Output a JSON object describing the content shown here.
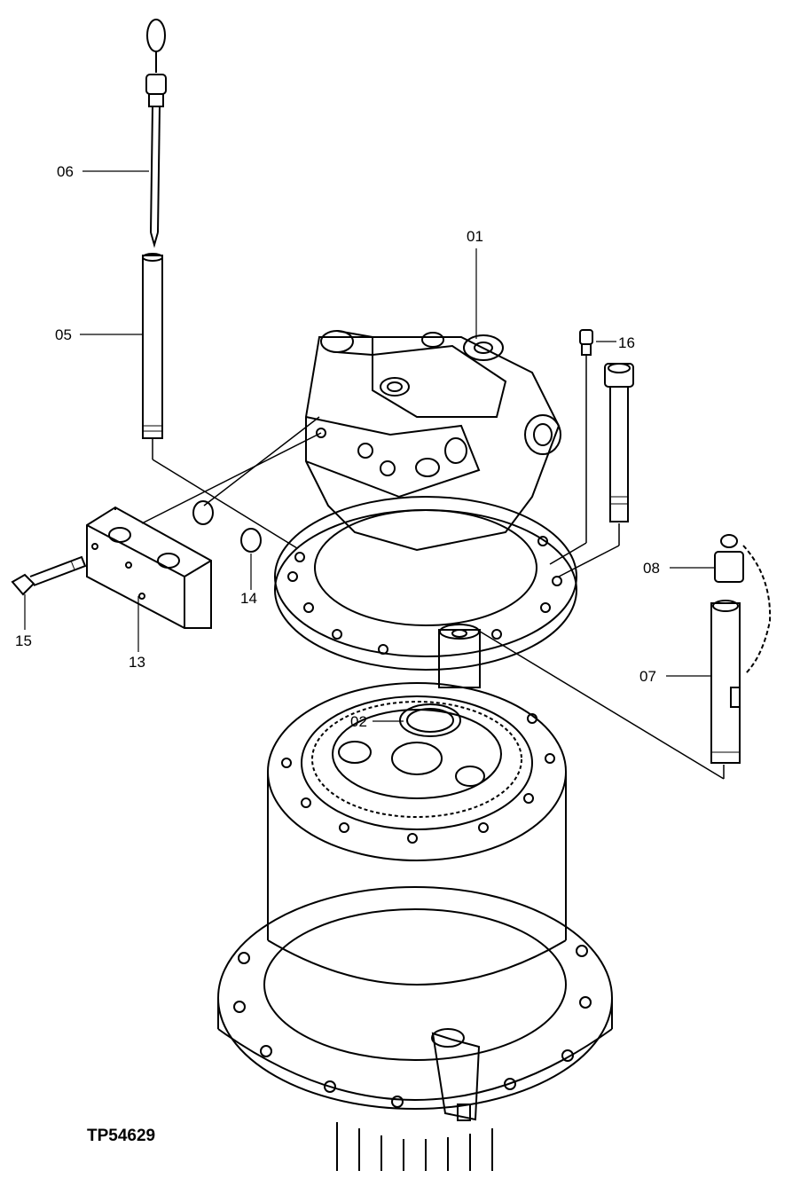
{
  "diagram": {
    "figure_code": "TP54629",
    "callouts": [
      {
        "id": "c06",
        "text": "06"
      },
      {
        "id": "c05",
        "text": "05"
      },
      {
        "id": "c01",
        "text": "01"
      },
      {
        "id": "c16",
        "text": "16"
      },
      {
        "id": "c08",
        "text": "08"
      },
      {
        "id": "c07",
        "text": "07"
      },
      {
        "id": "c14",
        "text": "14"
      },
      {
        "id": "c15",
        "text": "15"
      },
      {
        "id": "c13",
        "text": "13"
      },
      {
        "id": "c02",
        "text": "02"
      }
    ]
  }
}
